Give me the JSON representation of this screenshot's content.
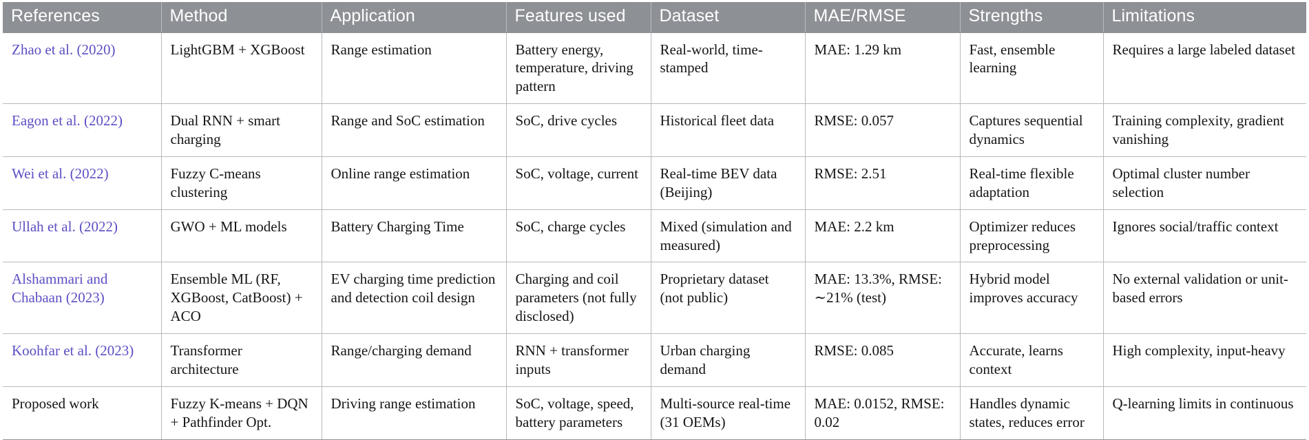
{
  "table": {
    "columns": [
      "References",
      "Method",
      "Application",
      "Features used",
      "Dataset",
      "MAE/RMSE",
      "Strengths",
      "Limitations"
    ],
    "rows": [
      {
        "reference": "Zhao et al. (2020)",
        "reference_is_link": true,
        "method": "LightGBM + XGBoost",
        "application": "Range estimation",
        "features_used": "Battery energy, temperature, driving pattern",
        "dataset": "Real-world, time-stamped",
        "mae_rmse": "MAE: 1.29 km",
        "strengths": "Fast, ensemble learning",
        "limitations": "Requires a large labeled dataset"
      },
      {
        "reference": "Eagon et al. (2022)",
        "reference_is_link": true,
        "method": "Dual RNN + smart charging",
        "application": "Range and SoC estimation",
        "features_used": "SoC, drive cycles",
        "dataset": "Historical fleet data",
        "mae_rmse": "RMSE: 0.057",
        "strengths": "Captures sequential dynamics",
        "limitations": "Training complexity, gradient vanishing"
      },
      {
        "reference": "Wei et al. (2022)",
        "reference_is_link": true,
        "method": "Fuzzy C-means clustering",
        "application": "Online range estimation",
        "features_used": "SoC, voltage, current",
        "dataset": "Real-time BEV data (Beijing)",
        "mae_rmse": "RMSE: 2.51",
        "strengths": "Real-time flexible adaptation",
        "limitations": "Optimal cluster number selection"
      },
      {
        "reference": "Ullah et al. (2022)",
        "reference_is_link": true,
        "method": "GWO + ML models",
        "application": "Battery Charging Time",
        "features_used": "SoC, charge cycles",
        "dataset": "Mixed (simulation and measured)",
        "mae_rmse": "MAE: 2.2 km",
        "strengths": "Optimizer reduces preprocessing",
        "limitations": "Ignores social/traffic context"
      },
      {
        "reference": "Alshammari and Chabaan (2023)",
        "reference_is_link": true,
        "method": "Ensemble ML (RF, XGBoost, CatBoost) + ACO",
        "application": "EV charging time prediction and detection coil design",
        "features_used": "Charging and coil parameters (not fully disclosed)",
        "dataset": "Proprietary dataset (not public)",
        "mae_rmse": "MAE: 13.3%, RMSE: ∼21% (test)",
        "strengths": "Hybrid model improves accuracy",
        "limitations": "No external validation or unit-based errors"
      },
      {
        "reference": "Koohfar et al. (2023)",
        "reference_is_link": true,
        "method": "Transformer architecture",
        "application": "Range/charging demand",
        "features_used": "RNN + transformer inputs",
        "dataset": "Urban charging demand",
        "mae_rmse": "RMSE: 0.085",
        "strengths": "Accurate, learns context",
        "limitations": "High complexity, input-heavy"
      },
      {
        "reference": "Proposed work",
        "reference_is_link": false,
        "method": "Fuzzy K-means + DQN + Pathfinder Opt.",
        "application": "Driving range estimation",
        "features_used": "SoC, voltage, speed, battery parameters",
        "dataset": "Multi-source real-time (31 OEMs)",
        "mae_rmse": "MAE: 0.0152, RMSE: 0.02",
        "strengths": "Handles dynamic states, reduces error",
        "limitations": "Q-learning limits in continuous"
      }
    ]
  },
  "colors": {
    "header_background": "#8d9094",
    "header_text": "#ffffff",
    "reference_link": "#5b4fc4",
    "body_text": "#151515",
    "cell_border": "#b7b9bc",
    "page_background": "#ffffff"
  }
}
